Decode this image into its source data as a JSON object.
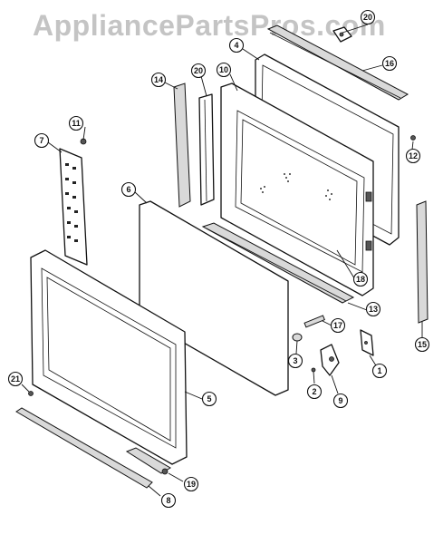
{
  "watermark": "AppliancePartsPros.com",
  "callouts": {
    "c1": "1",
    "c2": "2",
    "c3": "3",
    "c4": "4",
    "c5": "5",
    "c6": "6",
    "c7": "7",
    "c8": "8",
    "c9": "9",
    "c10": "10",
    "c11": "11",
    "c12": "12",
    "c13": "13",
    "c14": "14",
    "c15": "15",
    "c16": "16",
    "c17": "17",
    "c18": "18",
    "c19": "19",
    "c20a": "20",
    "c20b": "20",
    "c21": "21"
  }
}
